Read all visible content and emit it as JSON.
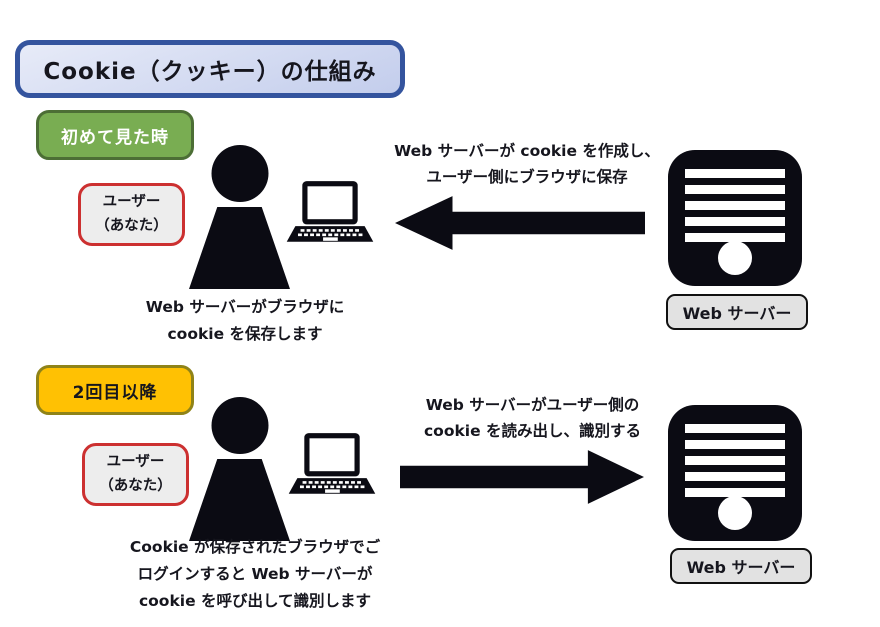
{
  "title": "Cookie（クッキー）の仕組み",
  "sections": [
    {
      "badge": "初めて見た時",
      "user_label": [
        "ユーザー",
        "（あなた）"
      ],
      "arrow_text": [
        "Web サーバーが cookie を作成し、",
        "ユーザー側にブラウザに保存"
      ],
      "arrow_direction": "left",
      "caption": [
        "Web サーバーがブラウザに",
        "cookie を保存します"
      ],
      "server_label": "Web サーバー"
    },
    {
      "badge": "2回目以降",
      "user_label": [
        "ユーザー",
        "（あなた）"
      ],
      "arrow_text": [
        "Web サーバーがユーザー側の",
        "cookie を読み出し、識別する"
      ],
      "arrow_direction": "right",
      "caption": [
        "Cookie が保存されたブラウザでご",
        "ログインすると Web サーバーが",
        "cookie を呼び出して識別します"
      ],
      "server_label": "Web サーバー"
    }
  ],
  "colors": {
    "title_border": "#34549E",
    "title_fill_light": "#e7ebf8",
    "title_fill_dark": "#c3cdec",
    "badge_first_bg": "#79ad52",
    "badge_first_border": "#4c6e35",
    "badge_repeat_bg": "#ffc103",
    "badge_repeat_border": "#8f8318",
    "user_pill_border": "#cc3030",
    "user_pill_bg": "#ededed",
    "server_label_bg": "#e2e2e2",
    "icon_ink": "#0b0b13"
  }
}
